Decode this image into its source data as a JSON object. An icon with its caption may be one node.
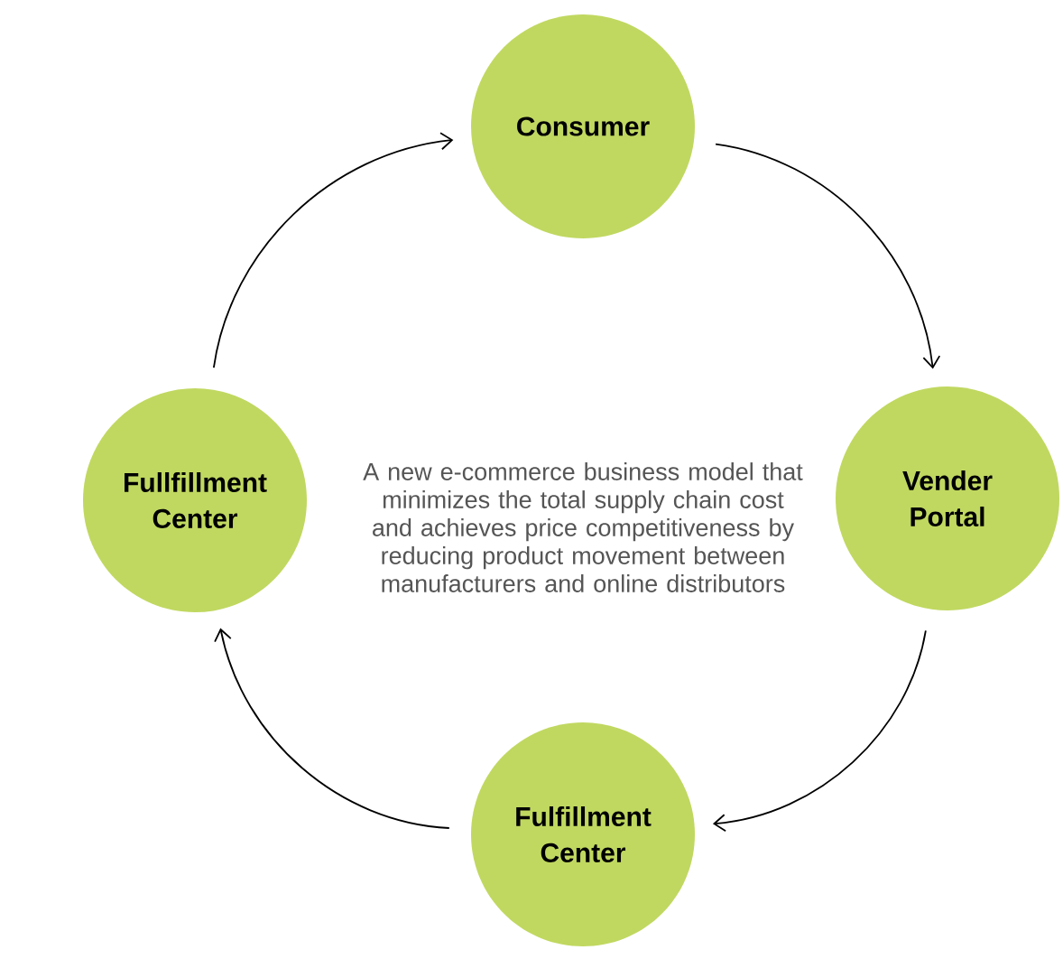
{
  "diagram": {
    "nodes": [
      {
        "text": [
          "Consumer"
        ]
      },
      {
        "text": [
          "Vender Portal"
        ]
      },
      {
        "text": [
          "Fulfillment Center"
        ]
      },
      {
        "text": [
          "Fullfillment Center"
        ]
      }
    ],
    "edges": [
      {
        "from": 0,
        "to": 1,
        "arrow": "to"
      },
      {
        "from": 1,
        "to": 2,
        "arrow": "to"
      },
      {
        "from": 2,
        "to": 3,
        "arrow": "to"
      },
      {
        "from": 3,
        "to": 0,
        "arrow": "to"
      }
    ],
    "labels": [
      "A new e-commerce business model that minimizes the total supply chain cost and achieves price competitiveness by reducing product movement between manufacturers and online distributors"
    ]
  }
}
